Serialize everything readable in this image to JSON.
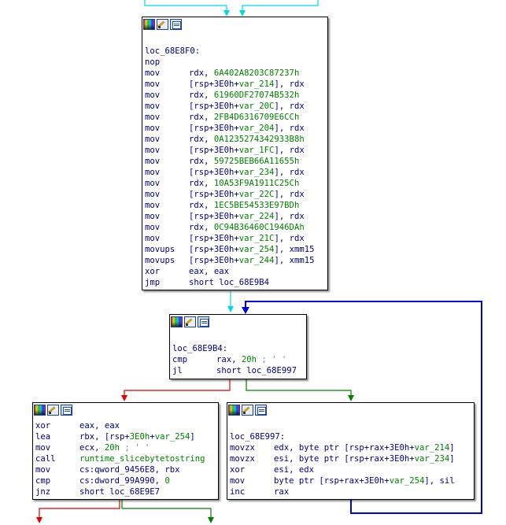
{
  "header_icons": [
    "color-icon",
    "rename-icon",
    "group-icon"
  ],
  "colors": {
    "edge_unconditional": "#2060f0",
    "edge_true": "#008000",
    "edge_false": "#e00000",
    "edge_incoming": "#00d8e8",
    "node_border": "#000000",
    "text_default": "#000080",
    "text_operand": "#008000",
    "text_comment": "#808080"
  },
  "blocks": {
    "block_68E8F0": {
      "label": "loc_68E8F0:",
      "lines": [
        {
          "mnem": "nop",
          "ops": []
        },
        {
          "mnem": "mov",
          "ops": [
            {
              "t": "rdx, ",
              "c": "op-plain"
            },
            {
              "t": "6A402A8203C87237h",
              "c": "op-num"
            }
          ]
        },
        {
          "mnem": "mov",
          "ops": [
            {
              "t": "[rsp+3E0h+",
              "c": "op-plain"
            },
            {
              "t": "var_214",
              "c": "op-var"
            },
            {
              "t": "], rdx",
              "c": "op-plain"
            }
          ]
        },
        {
          "mnem": "mov",
          "ops": [
            {
              "t": "rdx, ",
              "c": "op-plain"
            },
            {
              "t": "61960DF27074B532h",
              "c": "op-num"
            }
          ]
        },
        {
          "mnem": "mov",
          "ops": [
            {
              "t": "[rsp+3E0h+",
              "c": "op-plain"
            },
            {
              "t": "var_20C",
              "c": "op-var"
            },
            {
              "t": "], rdx",
              "c": "op-plain"
            }
          ]
        },
        {
          "mnem": "mov",
          "ops": [
            {
              "t": "rdx, ",
              "c": "op-plain"
            },
            {
              "t": "2FB4D6316709E6CCh",
              "c": "op-num"
            }
          ]
        },
        {
          "mnem": "mov",
          "ops": [
            {
              "t": "[rsp+3E0h+",
              "c": "op-plain"
            },
            {
              "t": "var_204",
              "c": "op-var"
            },
            {
              "t": "], rdx",
              "c": "op-plain"
            }
          ]
        },
        {
          "mnem": "mov",
          "ops": [
            {
              "t": "rdx, ",
              "c": "op-plain"
            },
            {
              "t": "0A1235274342933B8h",
              "c": "op-num"
            }
          ]
        },
        {
          "mnem": "mov",
          "ops": [
            {
              "t": "[rsp+3E0h+",
              "c": "op-plain"
            },
            {
              "t": "var_1FC",
              "c": "op-var"
            },
            {
              "t": "], rdx",
              "c": "op-plain"
            }
          ]
        },
        {
          "mnem": "mov",
          "ops": [
            {
              "t": "rdx, ",
              "c": "op-plain"
            },
            {
              "t": "59725BEB66A11655h",
              "c": "op-num"
            }
          ]
        },
        {
          "mnem": "mov",
          "ops": [
            {
              "t": "[rsp+3E0h+",
              "c": "op-plain"
            },
            {
              "t": "var_234",
              "c": "op-var"
            },
            {
              "t": "], rdx",
              "c": "op-plain"
            }
          ]
        },
        {
          "mnem": "mov",
          "ops": [
            {
              "t": "rdx, ",
              "c": "op-plain"
            },
            {
              "t": "10A53F9A1911C25Ch",
              "c": "op-num"
            }
          ]
        },
        {
          "mnem": "mov",
          "ops": [
            {
              "t": "[rsp+3E0h+",
              "c": "op-plain"
            },
            {
              "t": "var_22C",
              "c": "op-var"
            },
            {
              "t": "], rdx",
              "c": "op-plain"
            }
          ]
        },
        {
          "mnem": "mov",
          "ops": [
            {
              "t": "rdx, ",
              "c": "op-plain"
            },
            {
              "t": "1EC5BE54533E97BDh",
              "c": "op-num"
            }
          ]
        },
        {
          "mnem": "mov",
          "ops": [
            {
              "t": "[rsp+3E0h+",
              "c": "op-plain"
            },
            {
              "t": "var_224",
              "c": "op-var"
            },
            {
              "t": "], rdx",
              "c": "op-plain"
            }
          ]
        },
        {
          "mnem": "mov",
          "ops": [
            {
              "t": "rdx, ",
              "c": "op-plain"
            },
            {
              "t": "0C94B36460C1946DAh",
              "c": "op-num"
            }
          ]
        },
        {
          "mnem": "mov",
          "ops": [
            {
              "t": "[rsp+3E0h+",
              "c": "op-plain"
            },
            {
              "t": "var_21C",
              "c": "op-var"
            },
            {
              "t": "], rdx",
              "c": "op-plain"
            }
          ]
        },
        {
          "mnem": "movups",
          "ops": [
            {
              "t": "[rsp+3E0h+",
              "c": "op-plain"
            },
            {
              "t": "var_254",
              "c": "op-var"
            },
            {
              "t": "], xmm15",
              "c": "op-plain"
            }
          ]
        },
        {
          "mnem": "movups",
          "ops": [
            {
              "t": "[rsp+3E0h+",
              "c": "op-plain"
            },
            {
              "t": "var_244",
              "c": "op-var"
            },
            {
              "t": "], xmm15",
              "c": "op-plain"
            }
          ]
        },
        {
          "mnem": "xor",
          "ops": [
            {
              "t": "eax, eax",
              "c": "op-plain"
            }
          ]
        },
        {
          "mnem": "jmp",
          "ops": [
            {
              "t": "short loc_68E9B4",
              "c": "op-plain"
            }
          ]
        }
      ]
    },
    "block_68E9B4": {
      "label": "loc_68E9B4:",
      "lines": [
        {
          "mnem": "cmp",
          "ops": [
            {
              "t": "rax, ",
              "c": "op-plain"
            },
            {
              "t": "20h",
              "c": "op-num"
            },
            {
              "t": " ; ' '",
              "c": "cm"
            }
          ]
        },
        {
          "mnem": "jl",
          "ops": [
            {
              "t": "short loc_68E997",
              "c": "op-plain"
            }
          ]
        }
      ]
    },
    "block_fallthrough": {
      "label": "",
      "lines": [
        {
          "mnem": "xor",
          "ops": [
            {
              "t": "eax, eax",
              "c": "op-plain"
            }
          ]
        },
        {
          "mnem": "lea",
          "ops": [
            {
              "t": "rbx, [rsp+",
              "c": "op-plain"
            },
            {
              "t": "3E0h",
              "c": "op-num"
            },
            {
              "t": "+",
              "c": "op-plain"
            },
            {
              "t": "var_254",
              "c": "op-var"
            },
            {
              "t": "]",
              "c": "op-plain"
            }
          ]
        },
        {
          "mnem": "mov",
          "ops": [
            {
              "t": "ecx, ",
              "c": "op-plain"
            },
            {
              "t": "20h",
              "c": "op-num"
            },
            {
              "t": " ; ' '",
              "c": "cm"
            }
          ]
        },
        {
          "mnem": "call",
          "ops": [
            {
              "t": "runtime_slicebytetostring",
              "c": "op-var"
            }
          ]
        },
        {
          "mnem": "mov",
          "ops": [
            {
              "t": "cs:qword_9456E8, rbx",
              "c": "op-plain"
            }
          ]
        },
        {
          "mnem": "cmp",
          "ops": [
            {
              "t": "cs:dword_99A990, ",
              "c": "op-plain"
            },
            {
              "t": "0",
              "c": "op-num"
            }
          ]
        },
        {
          "mnem": "jnz",
          "ops": [
            {
              "t": "short loc_68E9E7",
              "c": "op-plain"
            }
          ]
        }
      ]
    },
    "block_68E997": {
      "label": "loc_68E997:",
      "lines": [
        {
          "mnem": "movzx",
          "ops": [
            {
              "t": "edx, byte ptr [rsp+rax+3E0h+",
              "c": "op-plain"
            },
            {
              "t": "var_214",
              "c": "op-var"
            },
            {
              "t": "]",
              "c": "op-plain"
            }
          ]
        },
        {
          "mnem": "movzx",
          "ops": [
            {
              "t": "esi, byte ptr [rsp+rax+3E0h+",
              "c": "op-plain"
            },
            {
              "t": "var_234",
              "c": "op-var"
            },
            {
              "t": "]",
              "c": "op-plain"
            }
          ]
        },
        {
          "mnem": "xor",
          "ops": [
            {
              "t": "esi, edx",
              "c": "op-plain"
            }
          ]
        },
        {
          "mnem": "mov",
          "ops": [
            {
              "t": "byte ptr [rsp+rax+3E0h+",
              "c": "op-plain"
            },
            {
              "t": "var_254",
              "c": "op-var"
            },
            {
              "t": "], sil",
              "c": "op-plain"
            }
          ]
        },
        {
          "mnem": "inc",
          "ops": [
            {
              "t": "rax",
              "c": "op-plain"
            }
          ]
        }
      ]
    }
  }
}
